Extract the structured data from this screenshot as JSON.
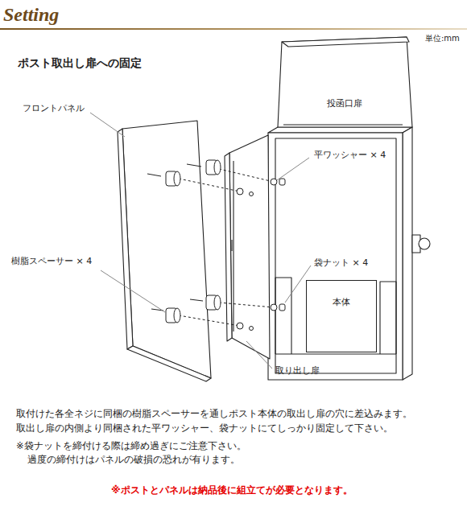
{
  "diagram": {
    "title": "Setting",
    "nodes": [
      {
        "text": [
          "投函口扉"
        ]
      },
      {
        "text": [
          "本体"
        ]
      }
    ],
    "labels": [
      "単位:mm",
      "ポスト取出し扉への固定",
      "フロントパネル",
      "樹脂スペーサー × 4",
      "平ワッシャー × 4",
      "袋ナット × 4",
      "取り出し扉",
      "取付けた各全ネジに同梱の樹脂スペーサーを通しポスト本体の取出し扉の穴に差込みます。",
      "取出し扉の内側より同梱された平ワッシャー、袋ナットにてしっかり固定して下さい。",
      "※袋ナットを締付ける際は締め過ぎにご注意下さい。",
      "過度の締付けはパネルの破損の恐れが有ります。",
      "※ポストとパネルは納品後に組立てが必要となります。"
    ]
  }
}
